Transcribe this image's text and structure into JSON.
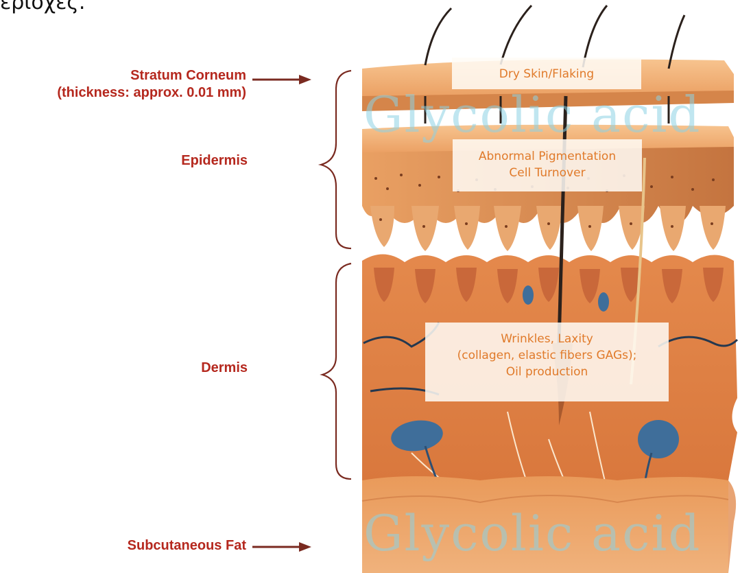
{
  "top_text": "εριοχές.",
  "labels": {
    "stratum_corneum_line1": "Stratum Corneum",
    "stratum_corneum_line2": "(thickness: approx. 0.01 mm)",
    "epidermis": "Epidermis",
    "dermis": "Dermis",
    "subcutaneous_fat": "Subcutaneous Fat"
  },
  "callouts": {
    "dry_skin": "Dry Skin/Flaking",
    "pigmentation_line1": "Abnormal Pigmentation",
    "pigmentation_line2": "Cell Turnover",
    "dermis_line1": "Wrinkles, Laxity",
    "dermis_line2": "(collagen, elastic fibers GAGs);",
    "dermis_line3": "Oil production"
  },
  "watermark": "Glycolic acid",
  "colors": {
    "label_red": "#b5281e",
    "callout_orange": "#e07a2a",
    "skin_light": "#f2b27a",
    "skin_mid": "#e0894e",
    "skin_dark": "#b4663a",
    "vessel_blue": "#3f6e9a",
    "hair": "#2b211c"
  }
}
